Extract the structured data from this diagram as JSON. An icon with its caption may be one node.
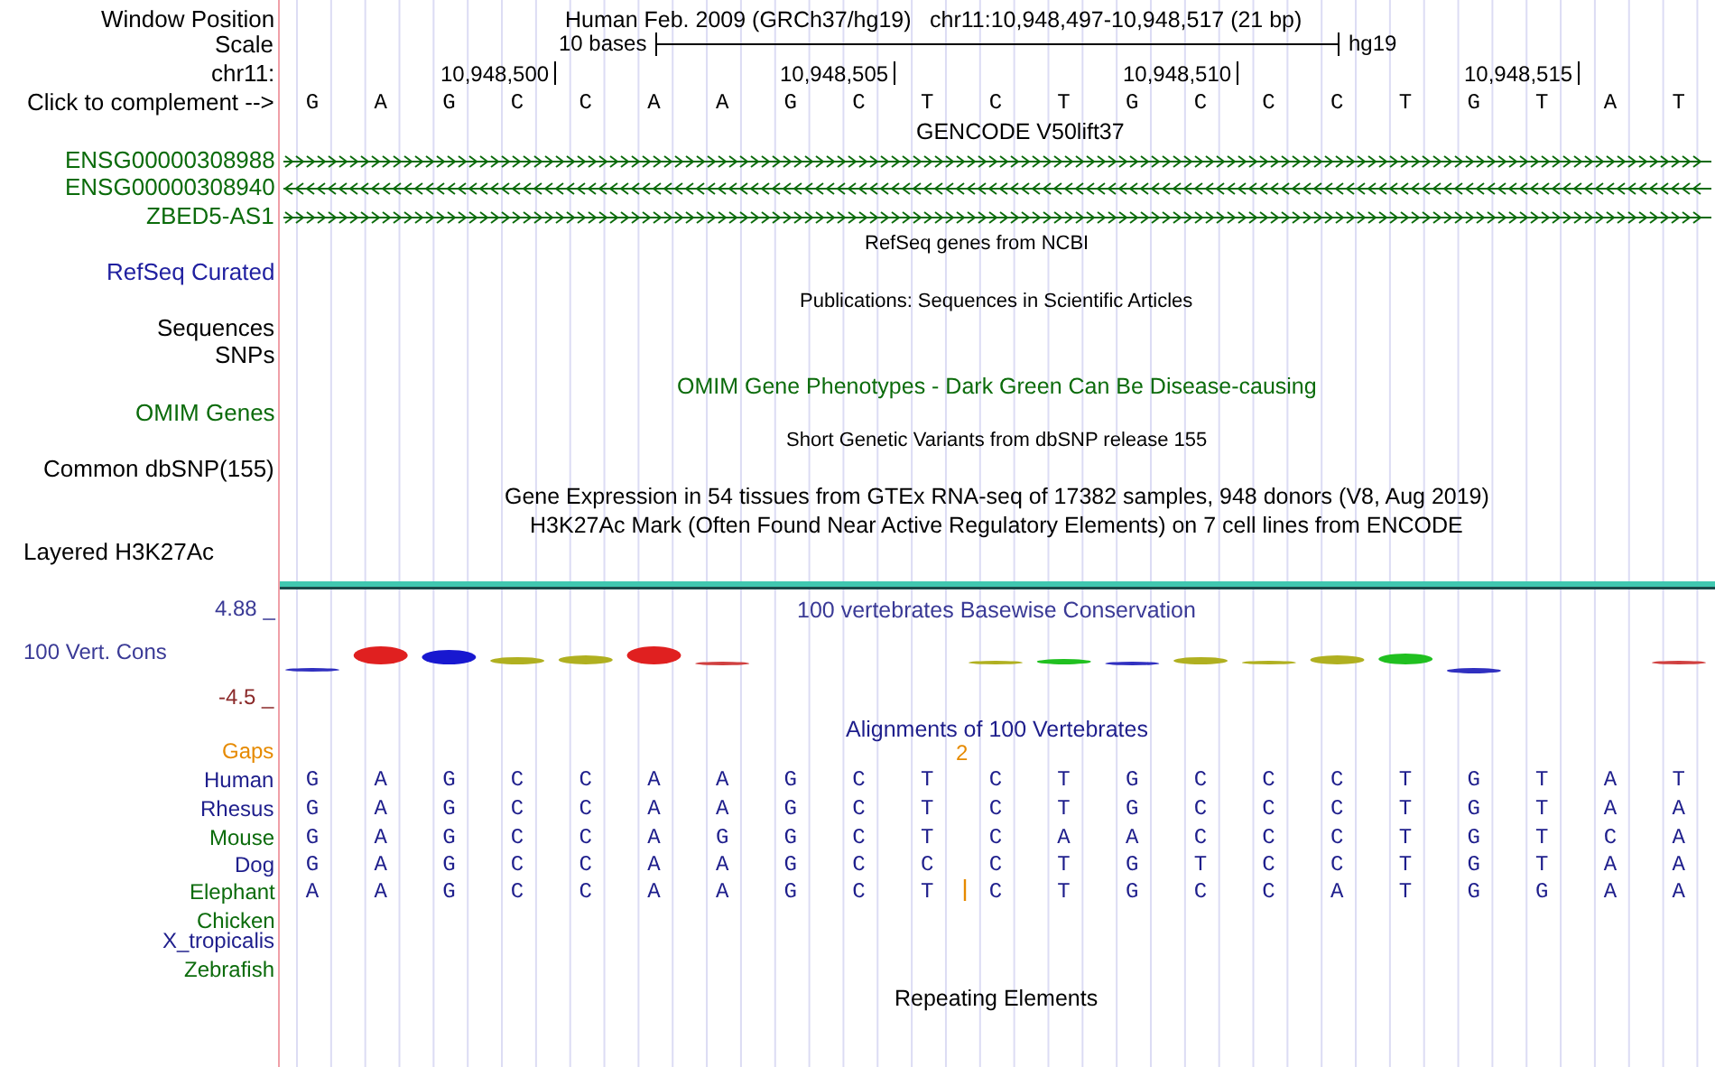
{
  "diagram": {
    "labels": [
      "Window Position",
      "Human Feb. 2009 (GRCh37/hg19)",
      "chr11:10,948,497-10,948,517 (21 bp)",
      "Scale",
      "10 bases",
      "hg19",
      "chr11:",
      "10,948,500",
      "10,948,505",
      "10,948,510",
      "10,948,515",
      "Click to complement -->",
      "G A G C C A A G C T C T G C C C T G T A T",
      "GENCODE V50lift37",
      "ENSG00000308988",
      "ENSG00000308940",
      "ZBED5-AS1",
      "RefSeq genes from NCBI",
      "RefSeq Curated",
      "Publications: Sequences in Scientific Articles",
      "Sequences",
      "SNPs",
      "OMIM Gene Phenotypes - Dark Green Can Be Disease-causing",
      "OMIM Genes",
      "Short Genetic Variants from dbSNP release 155",
      "Common dbSNP(155)",
      "Gene Expression in 54 tissues from GTEx RNA-seq of 17382 samples, 948 donors (V8, Aug 2019)",
      "H3K27Ac Mark (Often Found Near Active Regulatory Elements) on 7 cell lines from ENCODE",
      "Layered H3K27Ac",
      "4.88 _",
      "100 vertebrates Basewise Conservation",
      "100 Vert. Cons",
      "-4.5 _",
      "Alignments of 100 Vertebrates",
      "Gaps",
      "2",
      "Human",
      "G A G C C A A G C T C T G C C C T G T A T",
      "Rhesus",
      "G A G C C A A G C T C T G C C C T G T A A",
      "Mouse",
      "G A G C C A G G C T C A A C C C T G T C A",
      "Dog",
      "G A G C C A A G C C C T G T C C T G T A A",
      "Elephant",
      "A A G C C A A G C T C T G C C A T G G A A",
      "Chicken",
      "X_tropicalis",
      "Zebrafish",
      "Repeating Elements"
    ]
  }
}
